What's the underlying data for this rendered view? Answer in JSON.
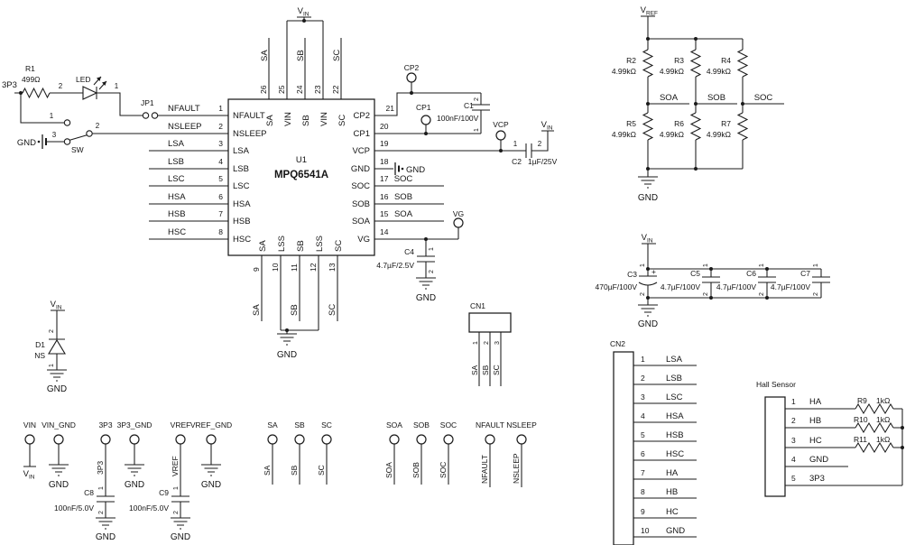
{
  "t": {
    "gnd": "GND",
    "p3p3": "3P3",
    "one": "1",
    "two": "2",
    "three": "3",
    "v": "V",
    "sub_in": "IN",
    "sub_ref": "REF",
    "plus": "+"
  },
  "nets": {
    "soa": "SOA",
    "sob": "SOB",
    "soc": "SOC"
  },
  "ic": {
    "refdes": "U1",
    "part": "MPQ6541A",
    "left_pins": [
      {
        "num": "1",
        "name": "NFAULT"
      },
      {
        "num": "2",
        "name": "NSLEEP"
      },
      {
        "num": "3",
        "name": "LSA"
      },
      {
        "num": "4",
        "name": "LSB"
      },
      {
        "num": "5",
        "name": "LSC"
      },
      {
        "num": "6",
        "name": "HSA"
      },
      {
        "num": "7",
        "name": "HSB"
      },
      {
        "num": "8",
        "name": "HSC"
      }
    ],
    "right_pins": [
      {
        "num": "21",
        "name": "CP2"
      },
      {
        "num": "20",
        "name": "CP1"
      },
      {
        "num": "19",
        "name": "VCP"
      },
      {
        "num": "18",
        "name": "GND"
      },
      {
        "num": "17",
        "name": "SOC"
      },
      {
        "num": "16",
        "name": "SOB"
      },
      {
        "num": "15",
        "name": "SOA"
      },
      {
        "num": "14",
        "name": "VG"
      }
    ],
    "top_pins": [
      {
        "num": "26",
        "name": "SA"
      },
      {
        "num": "25",
        "name": "VIN"
      },
      {
        "num": "24",
        "name": "SB"
      },
      {
        "num": "23",
        "name": "VIN"
      },
      {
        "num": "22",
        "name": "SC"
      }
    ],
    "bottom_pins": [
      {
        "num": "9",
        "name": "SA"
      },
      {
        "num": "10",
        "name": "LSS"
      },
      {
        "num": "11",
        "name": "SB"
      },
      {
        "num": "12",
        "name": "LSS"
      },
      {
        "num": "13",
        "name": "SC"
      }
    ]
  },
  "parts": {
    "r1": {
      "ref": "R1",
      "val": "499Ω"
    },
    "led": {
      "ref": "LED"
    },
    "jp1": {
      "ref": "JP1"
    },
    "sw": {
      "ref": "SW"
    },
    "d1": {
      "ref": "D1",
      "val": "NS"
    },
    "c1": {
      "ref": "C1",
      "val": "100nF/100V"
    },
    "c2": {
      "ref": "C2",
      "val": "1µF/25V"
    },
    "c3": {
      "ref": "C3",
      "val": "470µF/100V"
    },
    "c4": {
      "ref": "C4",
      "val": "4.7µF/2.5V"
    },
    "c5": {
      "ref": "C5",
      "val": "4.7µF/100V"
    },
    "c6": {
      "ref": "C6",
      "val": "4.7µF/100V"
    },
    "c7": {
      "ref": "C7",
      "val": "4.7µF/100V"
    },
    "c8": {
      "ref": "C8",
      "val": "100nF/5.0V"
    },
    "c9": {
      "ref": "C9",
      "val": "100nF/5.0V"
    },
    "r2": {
      "ref": "R2",
      "val": "4.99kΩ"
    },
    "r3": {
      "ref": "R3",
      "val": "4.99kΩ"
    },
    "r4": {
      "ref": "R4",
      "val": "4.99kΩ"
    },
    "r5": {
      "ref": "R5",
      "val": "4.99kΩ"
    },
    "r6": {
      "ref": "R6",
      "val": "4.99kΩ"
    },
    "r7": {
      "ref": "R7",
      "val": "4.99kΩ"
    },
    "r9": {
      "ref": "R9",
      "val": "1kΩ"
    },
    "r10": {
      "ref": "R10",
      "val": "1kΩ"
    },
    "r11": {
      "ref": "R11",
      "val": "1kΩ"
    }
  },
  "cn1": {
    "ref": "CN1",
    "pins": [
      {
        "num": "1",
        "net": "SA"
      },
      {
        "num": "2",
        "net": "SB"
      },
      {
        "num": "3",
        "net": "SC"
      }
    ]
  },
  "cn2": {
    "ref": "CN2",
    "pins": [
      {
        "num": "1",
        "net": "LSA"
      },
      {
        "num": "2",
        "net": "LSB"
      },
      {
        "num": "3",
        "net": "LSC"
      },
      {
        "num": "4",
        "net": "HSA"
      },
      {
        "num": "5",
        "net": "HSB"
      },
      {
        "num": "6",
        "net": "HSC"
      },
      {
        "num": "7",
        "net": "HA"
      },
      {
        "num": "8",
        "net": "HB"
      },
      {
        "num": "9",
        "net": "HC"
      },
      {
        "num": "10",
        "net": "GND"
      }
    ]
  },
  "hall": {
    "title": "Hall Sensor",
    "pins": [
      {
        "num": "1",
        "net": "HA"
      },
      {
        "num": "2",
        "net": "HB"
      },
      {
        "num": "3",
        "net": "HC"
      },
      {
        "num": "4",
        "net": "GND"
      },
      {
        "num": "5",
        "net": "3P3"
      }
    ]
  },
  "tp": [
    {
      "label": "VIN"
    },
    {
      "label": "VIN_GND"
    },
    {
      "label": "3P3"
    },
    {
      "label": "3P3_GND"
    },
    {
      "label": "VREF"
    },
    {
      "label": "VREF_GND"
    },
    {
      "label": "SA"
    },
    {
      "label": "SB"
    },
    {
      "label": "SC"
    },
    {
      "label": "SOA"
    },
    {
      "label": "SOB"
    },
    {
      "label": "SOC"
    },
    {
      "label": "NFAULT"
    },
    {
      "label": "NSLEEP"
    }
  ]
}
